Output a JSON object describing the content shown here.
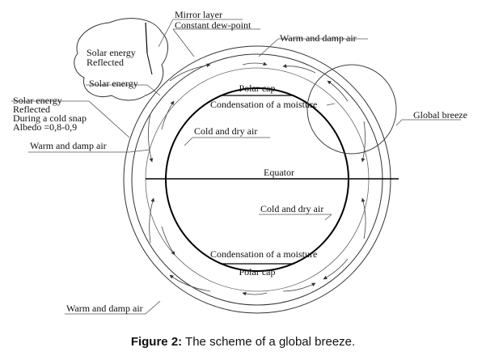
{
  "diagram": {
    "labels": {
      "mirror_layer": "Mirror layer",
      "constant_dew_point": "Constant dew-point",
      "warm_damp_air_top": "Warm and damp air",
      "solar_energy_reflected_1": "Solar energy",
      "solar_energy_reflected_2": "Reflected",
      "solar_energy": "Solar energy",
      "cold_snap_1": "Solar energy",
      "cold_snap_2": "Reflected",
      "cold_snap_3": "During a cold snap",
      "cold_snap_4": "Albedo =0,8-0,9",
      "warm_damp_air_left": "Warm and damp air",
      "polar_cap_top": "Polar cap",
      "condensation_top": "Condensation of a moisture",
      "global_breeze": "Global breeze",
      "cold_dry_air_top": "Cold and dry air",
      "equator": "Equator",
      "cold_dry_air_bottom": "Cold and dry air",
      "condensation_bottom": "Condensation of a moisture",
      "polar_cap_bottom": "Polar cap",
      "warm_damp_air_bottom": "Warm and damp air"
    }
  },
  "caption": {
    "label": "Figure 2:",
    "text": " The scheme of a global breeze."
  }
}
